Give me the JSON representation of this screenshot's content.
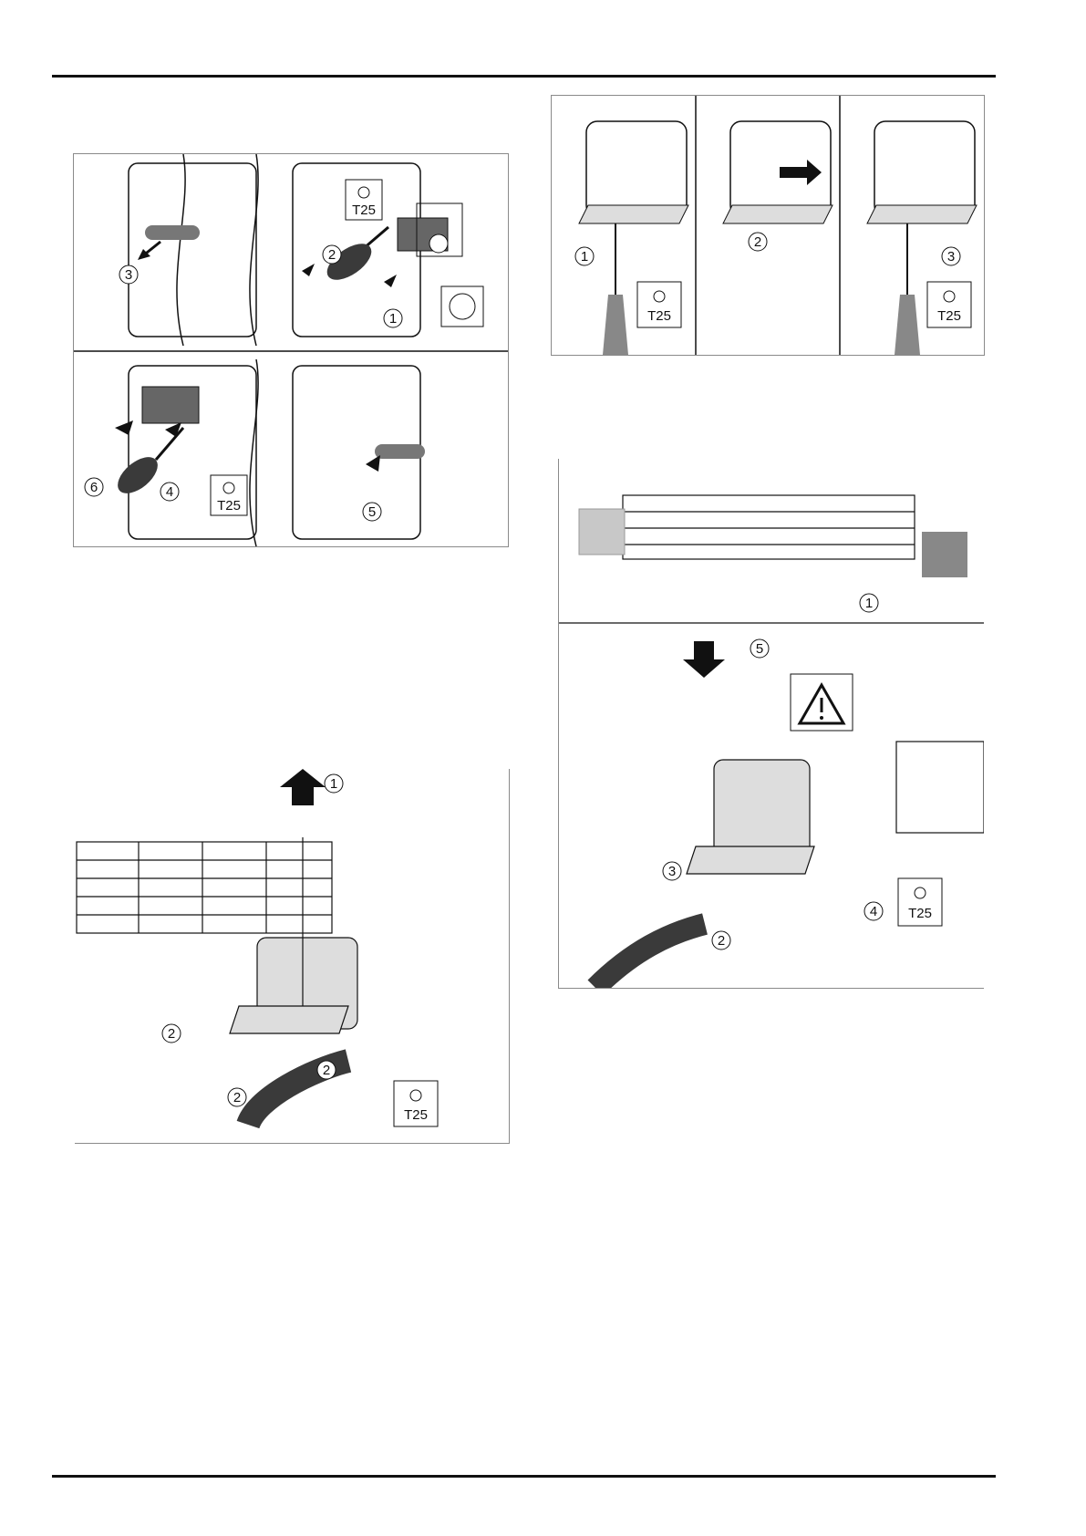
{
  "page": {
    "title": ""
  },
  "tool": {
    "torx_label": "T25",
    "torx_icon": "torx-bit-icon"
  },
  "figure_a": {
    "steps": [
      "1",
      "2",
      "3",
      "4",
      "5",
      "6"
    ]
  },
  "figure_b": {
    "steps": [
      "1",
      "2",
      "3"
    ]
  },
  "figure_c": {
    "steps": [
      "1",
      "2"
    ]
  },
  "figure_d": {
    "steps": [
      "1",
      "2",
      "3",
      "4",
      "5"
    ],
    "warning_icon": "warning-triangle-icon"
  },
  "colors": {
    "line": "#111111",
    "shade": "#c8c8c8",
    "dark": "#3a3a3a",
    "border": "#8a8a8a"
  }
}
